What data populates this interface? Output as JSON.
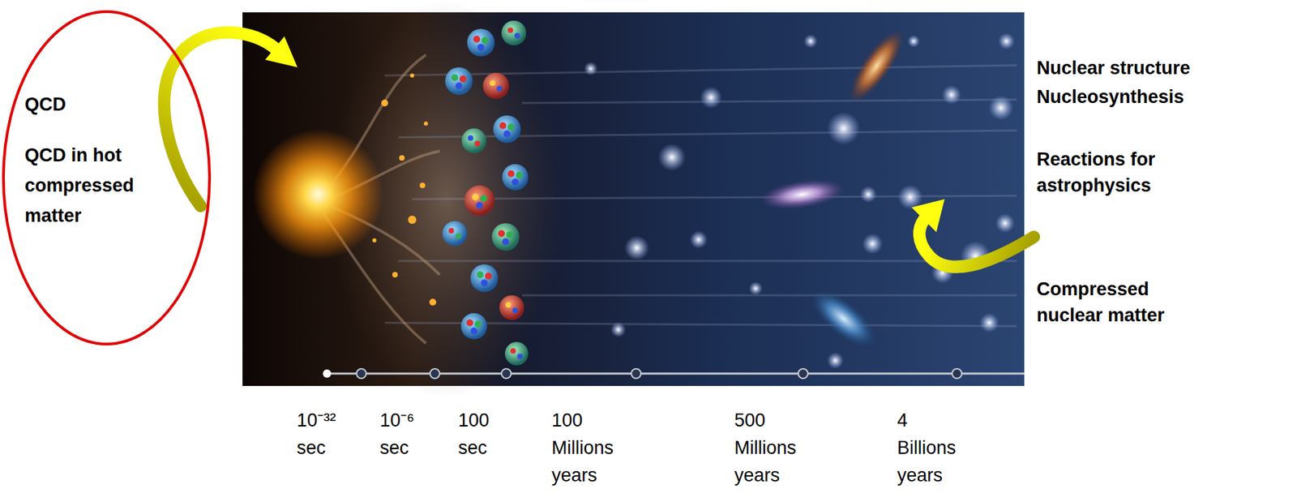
{
  "diagram": {
    "nodes": [
      {
        "text": [
          "QCD",
          "QCD in hot compressed matter"
        ]
      }
    ],
    "labels": [
      "Nuclear structure",
      "Nucleosynthesis",
      "Reactions for astrophysics",
      "Compressed nuclear matter",
      "10⁻³² sec",
      "10⁻⁶ sec",
      "100 sec",
      "100 Millions years",
      "500 Millions years",
      "4 Billions years"
    ]
  }
}
